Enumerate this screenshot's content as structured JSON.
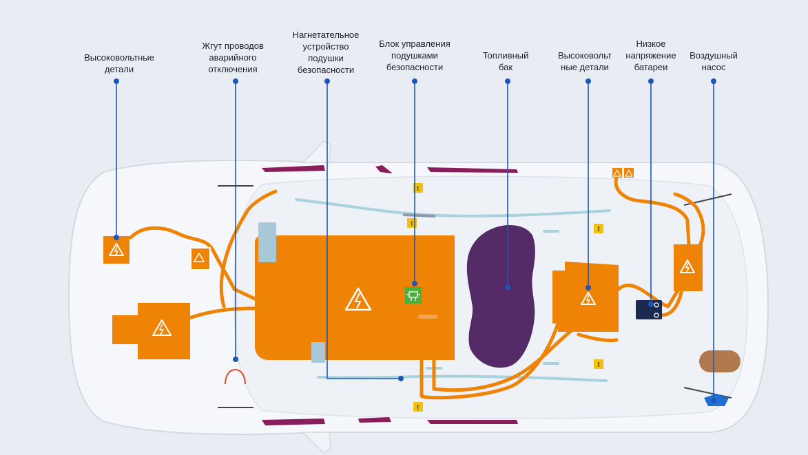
{
  "callouts": [
    {
      "id": "hv-front",
      "label": "Высоковольтные детали"
    },
    {
      "id": "cutoff-harness",
      "label": "Жгут проводов аварийного отключения"
    },
    {
      "id": "airbag-inflator",
      "label": "Нагнетательное устройство подушки безопасности"
    },
    {
      "id": "airbag-ecu",
      "label": "Блок управления подушками безопасности"
    },
    {
      "id": "fuel-tank",
      "label": "Топливный бак"
    },
    {
      "id": "hv-rear",
      "label": "Высоковольт ные детали"
    },
    {
      "id": "lv-battery",
      "label": "Низкое напряжение батареи"
    },
    {
      "id": "air-pump",
      "label": "Воздушный насос"
    }
  ],
  "colors": {
    "background": "#e9edf3",
    "car_body": "#f5f7fa",
    "car_outline": "#d4d9e1",
    "high_voltage": "#ee8305",
    "fuel_tank": "#542b66",
    "callout_line": "#1e56b8",
    "airbag_ecu": "#4caf3c",
    "lv_battery": "#1c2a52",
    "air_pump": "#1d6fd1",
    "airbag_curtain": "#8a1e5c",
    "airbag_tube": "#a9d2de",
    "airbag_marker": "#f4c20d",
    "sensor": "#a8c8d8",
    "rear_pad": "#b07a4c"
  },
  "icons": {
    "high_voltage": "high-voltage-warning-icon",
    "airbag": "airbag-icon",
    "ecu": "circuit-icon"
  }
}
